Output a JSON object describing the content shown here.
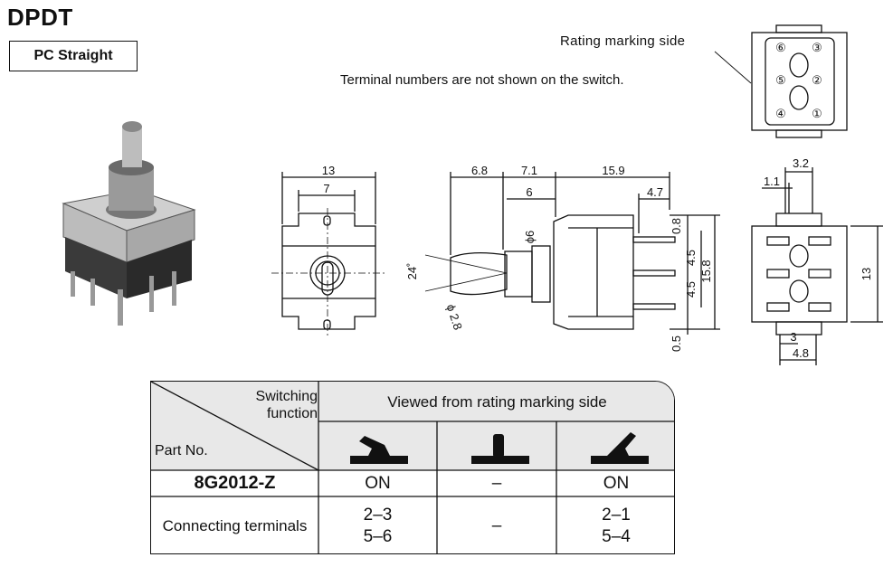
{
  "title": "DPDT",
  "mount_type": "PC Straight",
  "note": "Terminal numbers are not shown on the switch.",
  "rating_marking_label": "Rating marking side",
  "terminal_numbers": [
    "⑥",
    "③",
    "⑤",
    "②",
    "④",
    "①"
  ],
  "front_view": {
    "width": "13",
    "inner_width": "7"
  },
  "side_view": {
    "dims": [
      "6.8",
      "7.1",
      "15.9",
      "6",
      "4.7",
      "0.8",
      "4.5",
      "4.5",
      "15.8",
      "0.5"
    ],
    "angle": "24˚",
    "bushing_dia": "ϕ6",
    "lever_dia": "ϕ 2.8"
  },
  "bottom_view": {
    "dims": [
      "3.2",
      "1.1",
      "13",
      "3",
      "4.8"
    ]
  },
  "table": {
    "corner_top": "Switching function",
    "corner_bottom": "Part No.",
    "header": "Viewed from rating marking side",
    "part_no": "8G2012-Z",
    "positions": [
      "ON",
      "–",
      "ON"
    ],
    "row2_label": "Connecting terminals",
    "connections": [
      [
        "2–3",
        "5–6"
      ],
      "–",
      [
        "2–1",
        "5–4"
      ]
    ]
  }
}
